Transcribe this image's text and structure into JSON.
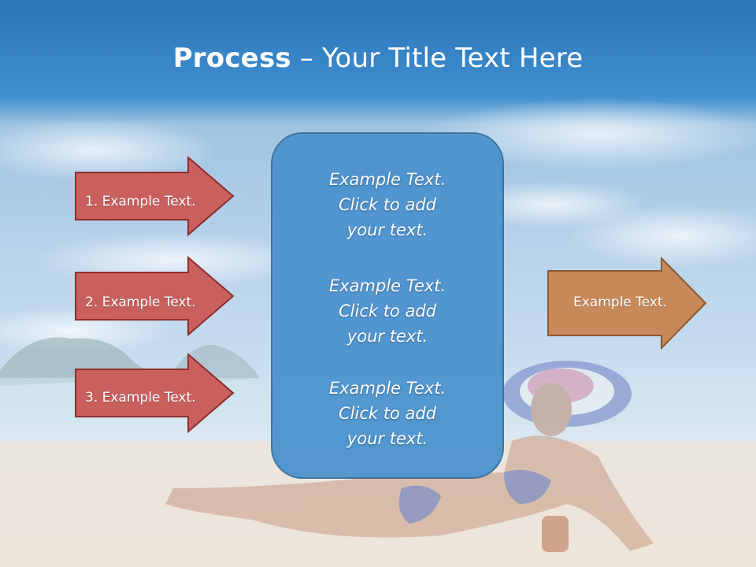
{
  "title": {
    "bold": "Process",
    "rest": " – Your Title Text Here"
  },
  "left_arrows": [
    {
      "label": "1. Example Text."
    },
    {
      "label": "2. Example Text."
    },
    {
      "label": "3. Example Text."
    }
  ],
  "center_box": {
    "paragraphs": [
      {
        "line1": "Example Text.",
        "line2": "Click  to add",
        "line3": "your text."
      },
      {
        "line1": "Example Text.",
        "line2": "Click  to add",
        "line3": "your text."
      },
      {
        "line1": "Example Text.",
        "line2": "Click  to add",
        "line3": "your text."
      }
    ]
  },
  "right_arrow": {
    "label": "Example Text."
  },
  "colors": {
    "red_arrow_fill": "#c9605e",
    "red_arrow_stroke": "#8c2f2d",
    "orange_arrow_fill": "#c8895a",
    "orange_arrow_stroke": "#8a5a30",
    "center_box_fill": "#4c93cf",
    "header_blue": "#2f7fc4"
  }
}
